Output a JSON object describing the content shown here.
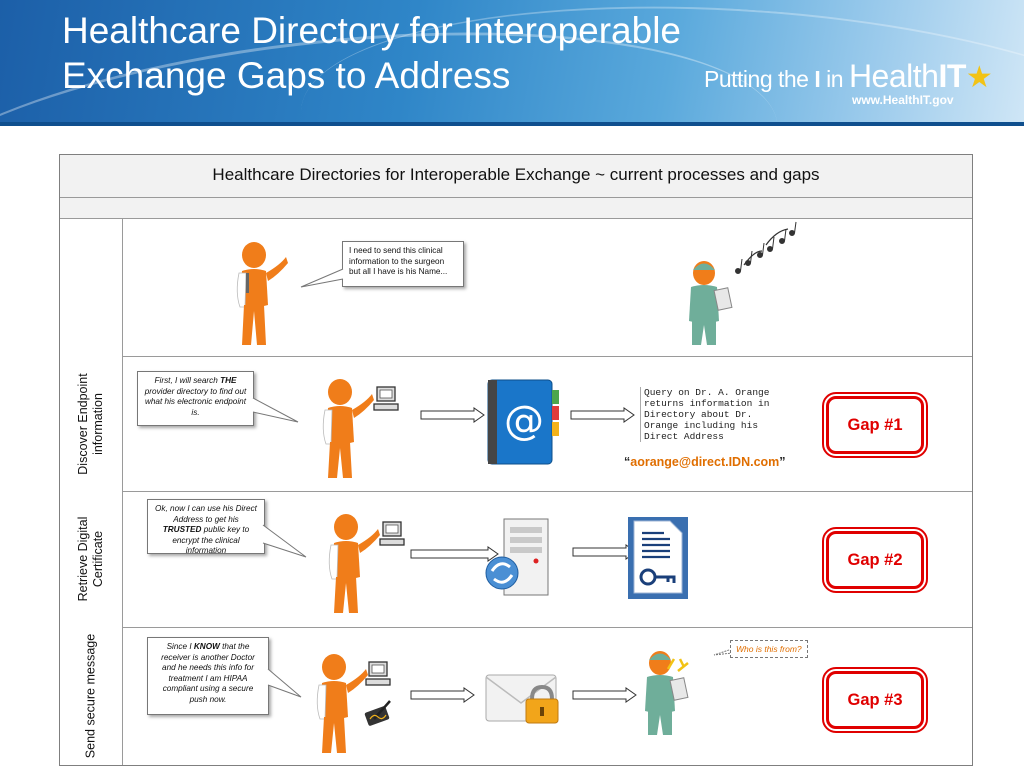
{
  "slide": {
    "title": "Healthcare Directory for Interoperable Exchange Gaps to Address",
    "brand": {
      "prefix": "Putting the ",
      "i": "I",
      "mid": " in ",
      "health": "Health",
      "it": "IT",
      "url": "www.HealthIT.gov"
    }
  },
  "diagram": {
    "header": "Healthcare Directories for Interoperable Exchange ~ current processes and gaps",
    "lanes": [
      {
        "label": "",
        "callout": "I need to send this clinical information to the surgeon but all I have is his Name..."
      },
      {
        "label": "Discover Endpoint information",
        "callout_parts": [
          "First, I will search ",
          "THE",
          " provider directory to find out what his electronic endpoint is."
        ],
        "query_text": "Query on Dr. A. Orange returns information in Directory about Dr. Orange including his Direct Address",
        "email_open": "“",
        "email": "aorange@direct.IDN.com",
        "email_close": "”",
        "gap": "Gap #1"
      },
      {
        "label": "Retrieve Digital Certificate",
        "callout_parts": [
          "Ok, now I can use his Direct Address to get his ",
          "TRUSTED",
          " public key to encrypt the clinical information"
        ],
        "gap": "Gap #2"
      },
      {
        "label": "Send secure message",
        "callout_parts": [
          "Since I ",
          "KNOW",
          " that the receiver is another Doctor and he needs this info for treatment I am HIPAA compliant using a secure push now."
        ],
        "recipient_bubble": "Who is this from?",
        "gap": "Gap #3"
      }
    ]
  },
  "colors": {
    "gap_red": "#e00000",
    "email_orange": "#e06e00",
    "figure_orange": "#f07d1a",
    "doctor_green": "#6fae9a"
  },
  "icons": [
    "person-icon",
    "doctor-icon",
    "computer-icon",
    "address-book-icon",
    "server-icon",
    "certificate-icon",
    "envelope-lock-icon",
    "signature-pad-icon",
    "music-notes-icon",
    "alert-icon"
  ]
}
